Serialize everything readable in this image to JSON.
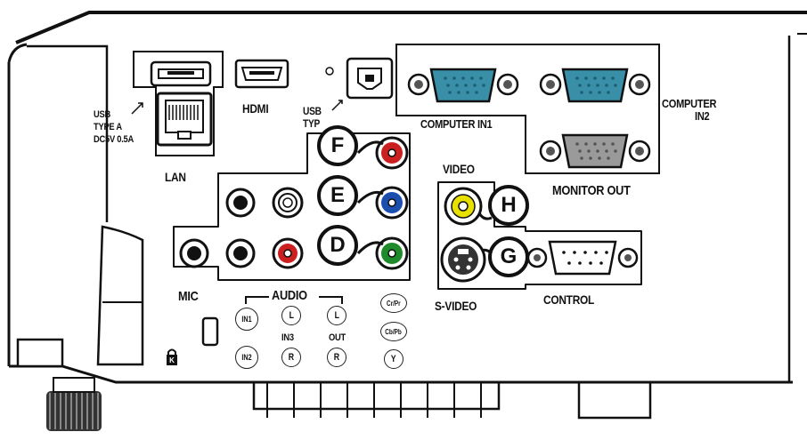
{
  "labels": {
    "usb_a_line1": "USB",
    "usb_a_line2": "TYPE A",
    "usb_a_line3": "DC5V 0.5A",
    "lan": "LAN",
    "hdmi": "HDMI",
    "usb_b_line1": "USB",
    "usb_b_line2": "TYP",
    "computer_in1": "COMPUTER IN1",
    "computer_in2_line1": "COMPUTER",
    "computer_in2_line2": "IN2",
    "monitor_out": "MONITOR OUT",
    "video": "VIDEO",
    "s_video": "S-VIDEO",
    "control": "CONTROL",
    "mic": "MIC",
    "audio": "AUDIO",
    "in3": "IN3",
    "out": "OUT"
  },
  "callouts": [
    {
      "letter": "F",
      "port": "Cr/Pr red component jack"
    },
    {
      "letter": "E",
      "port": "Cb/Pb blue component jack"
    },
    {
      "letter": "D",
      "port": "Y green component jack"
    },
    {
      "letter": "H",
      "port": "VIDEO yellow composite jack"
    },
    {
      "letter": "G",
      "port": "S-VIDEO jack"
    }
  ],
  "mini_icons": {
    "in1": "IN1",
    "in2": "IN2",
    "in3_l": "L",
    "in3_r": "R",
    "out_l": "L",
    "out_r": "R",
    "cr": "Cr/Pr",
    "cb": "Cb/Pb",
    "y": "Y"
  },
  "colors": {
    "red_jack": "#cc2020",
    "blue_jack": "#1a4fb0",
    "green_jack": "#1f8a2a",
    "yellow_jack": "#e8e000",
    "vga_port": "#3a8fa8",
    "monitor_port": "#9a9a9a"
  }
}
